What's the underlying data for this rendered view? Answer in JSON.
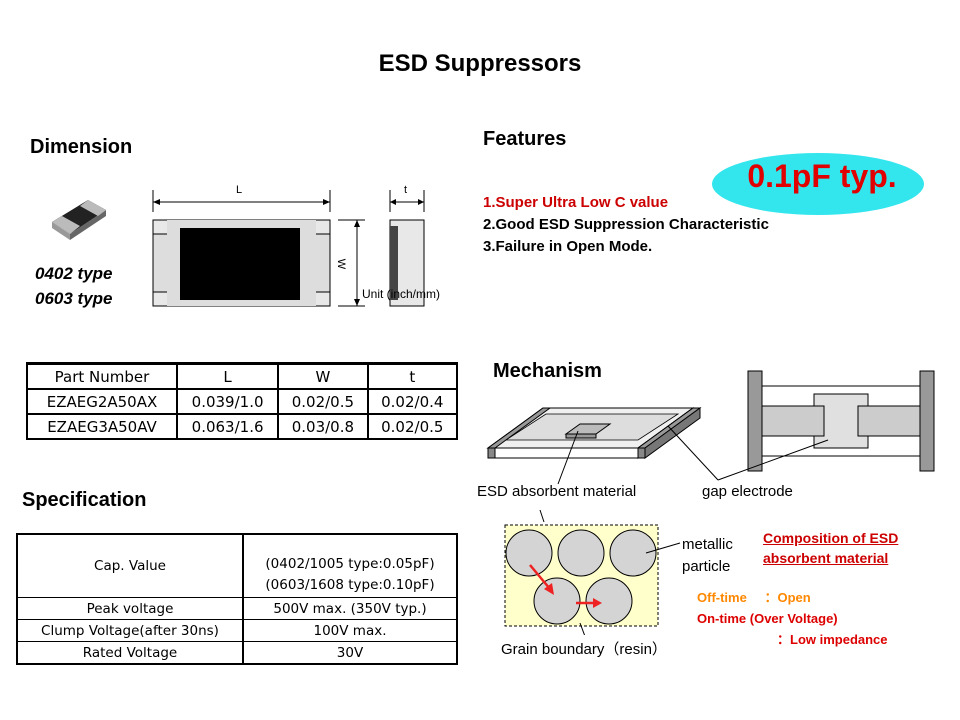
{
  "title": "ESD Suppressors",
  "dimension": {
    "heading": "Dimension",
    "types": [
      "0402 type",
      "0603 type"
    ],
    "dim_labels": {
      "L": "L",
      "W": "W",
      "t": "t"
    },
    "unit": "Unit (inch/mm)"
  },
  "features": {
    "heading": "Features",
    "items": [
      "1.Super Ultra Low C value",
      "2.Good ESD Suppression Characteristic",
      "3.Failure in Open Mode."
    ],
    "highlight": "0.1pF typ.",
    "colors": {
      "item1": "#cc0000",
      "bubble": "#33e6ee",
      "highlight_text": "#e00000"
    }
  },
  "part_table": {
    "headers": [
      "Part Number",
      "L",
      "W",
      "t"
    ],
    "rows": [
      [
        "EZAEG2A50AX",
        "0.039/1.0",
        "0.02/0.5",
        "0.02/0.4"
      ],
      [
        "EZAEG3A50AV",
        "0.063/1.6",
        "0.03/0.8",
        "0.02/0.5"
      ]
    ]
  },
  "mechanism": {
    "heading": "Mechanism",
    "label_material": "ESD absorbent material",
    "label_electrode": "gap electrode",
    "label_particle": [
      "metallic",
      "particle"
    ],
    "label_grain": "Grain boundary（resin）",
    "composition": [
      "Composition of ESD",
      "absorbent material"
    ],
    "offtime_label": "Off-time",
    "offtime_value": "：Open",
    "ontime_label": "On-time",
    "ontime_cond": "(Over Voltage)",
    "ontime_value": "：Low impedance",
    "colors": {
      "box_fill": "#ffffcc",
      "particle": "#d4d4d4",
      "arrow": "#ee2222",
      "offtime": "#ff8800",
      "ontime": "#dd0000"
    }
  },
  "specification": {
    "heading": "Specification",
    "rows": [
      {
        "label": "Cap. Value",
        "values": [
          "(0402/1005 type:0.05pF)",
          "(0603/1608 type:0.10pF)"
        ]
      },
      {
        "label": "Peak voltage",
        "values": [
          "500V max. (350V typ.)"
        ]
      },
      {
        "label": "Clump Voltage(after 30ns)",
        "values": [
          "100V max."
        ]
      },
      {
        "label": "Rated Voltage",
        "values": [
          "30V"
        ]
      }
    ]
  }
}
